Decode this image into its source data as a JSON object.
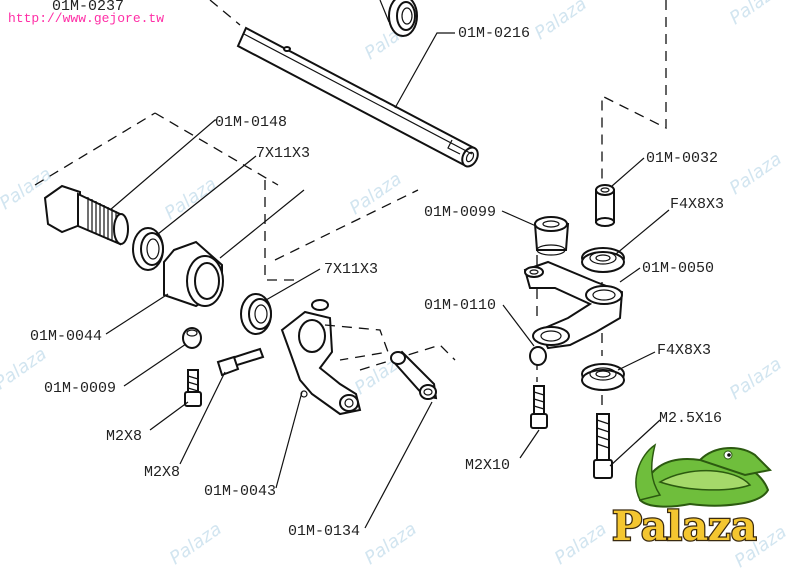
{
  "header": {
    "url": "http://www.gejore.tw"
  },
  "watermark": {
    "text": "Palaza"
  },
  "logo": {
    "text": "Palaza"
  },
  "parts": {
    "p0237": "01M-0237",
    "p0216": "01M-0216",
    "p0148": "01M-0148",
    "b7x11_top": "7X11X3",
    "b7x11_mid": "7X11X3",
    "p0044": "01M-0044",
    "p0009": "01M-0009",
    "m2x8_a": "M2X8",
    "m2x8_b": "M2X8",
    "p0043": "01M-0043",
    "p0134": "01M-0134",
    "p0032": "01M-0032",
    "p0099": "01M-0099",
    "f4x8_top": "F4X8X3",
    "p0050": "01M-0050",
    "p0110": "01M-0110",
    "f4x8_bot": "F4X8X3",
    "m25x16": "M2.5X16",
    "m2x10": "M2X10"
  },
  "colors": {
    "url": "#ff2ea6",
    "logo_fill": "#f4c630",
    "croc": "#6fbe3c",
    "watermark": "#7fb6d6"
  }
}
